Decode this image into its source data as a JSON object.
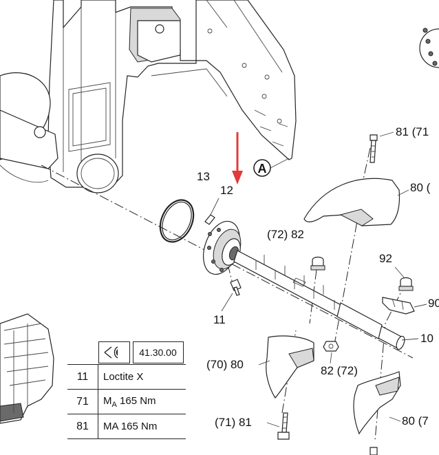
{
  "callouts": {
    "c13": "13",
    "c12": "12",
    "c11": "11",
    "c10": "10",
    "c92": "92",
    "c90": "90",
    "c82a": "(72) 82",
    "c82b": "82 (72)",
    "c80top": "80 (",
    "c80left": "(70) 80",
    "c80right": "80 (7",
    "c81top": "81 (71",
    "c81bottom": "(71) 81",
    "markA": "A"
  },
  "table": {
    "header_code": "41.30.00",
    "rows": [
      {
        "num": "11",
        "value": "Loctite X"
      },
      {
        "num": "71",
        "value_main": "M",
        "value_sub": "A",
        "value_rest": " 165 Nm"
      },
      {
        "num": "81",
        "value": "MA 165 Nm"
      }
    ]
  },
  "colors": {
    "arrow": "#e03a3a",
    "ink": "#222222"
  },
  "icons": [
    "eye-icon"
  ]
}
